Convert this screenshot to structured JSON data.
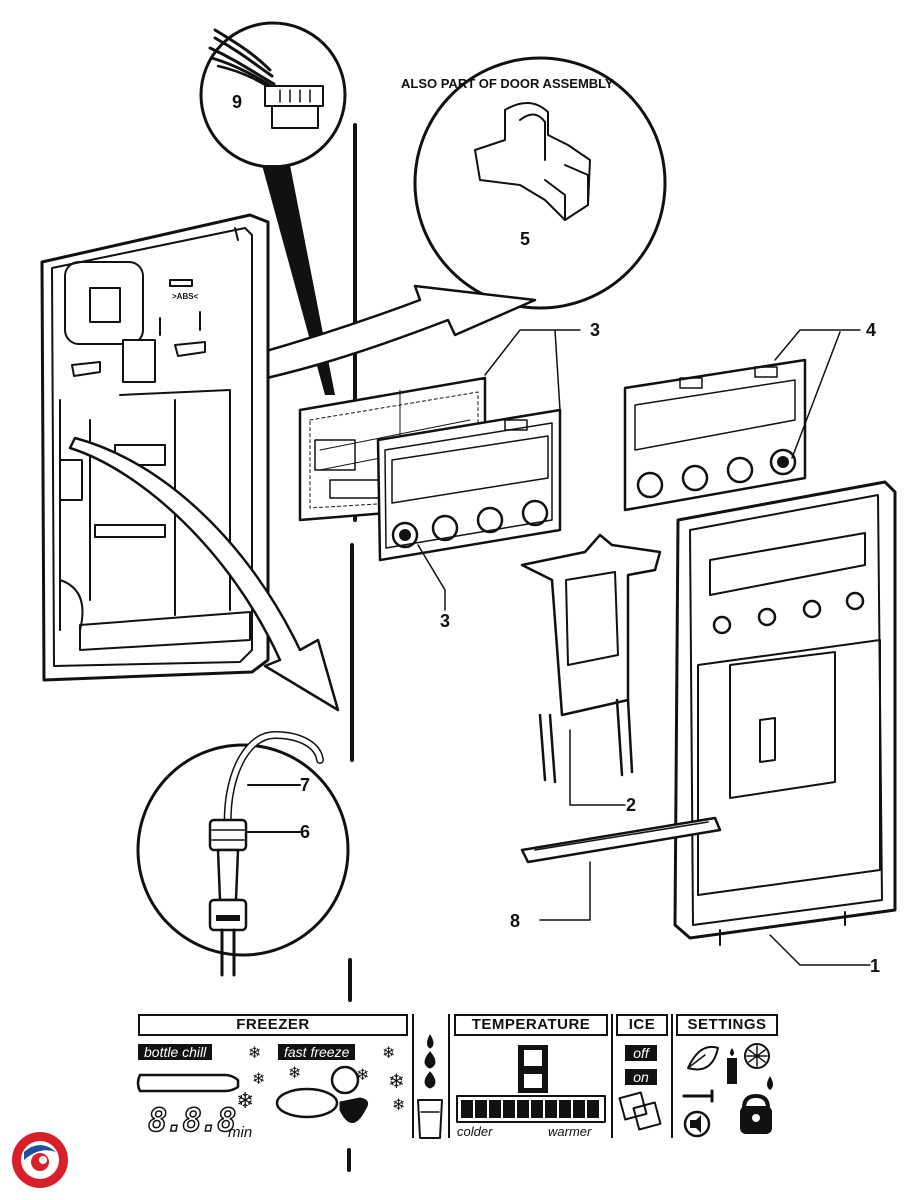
{
  "diagram": {
    "caption": "ALSO PART OF DOOR ASSEMBLY",
    "part_labels": {
      "p1": "1",
      "p2": "2",
      "p3a": "3",
      "p3b": "3",
      "p4": "4",
      "p5": "5",
      "p6": "6",
      "p7": "7",
      "p8": "8",
      "p9": "9"
    },
    "housing_text": ">ABS<"
  },
  "control_panel": {
    "freezer": {
      "header": "FREEZER",
      "bottle_chill": "bottle chill",
      "fast_freeze": "fast freeze",
      "timer_digits": "8.8.8",
      "timer_unit": "min"
    },
    "temperature": {
      "header": "TEMPERATURE",
      "left_label": "colder",
      "right_label": "warmer",
      "bar_segments": 10
    },
    "ice": {
      "header": "ICE",
      "off": "off",
      "on": "on"
    },
    "settings": {
      "header": "SETTINGS"
    }
  },
  "logo": {
    "icon": "brand-swirl-logo-icon"
  },
  "colors": {
    "ink": "#111111",
    "logo_red": "#d8202a",
    "logo_blue": "#1c4f9c"
  }
}
